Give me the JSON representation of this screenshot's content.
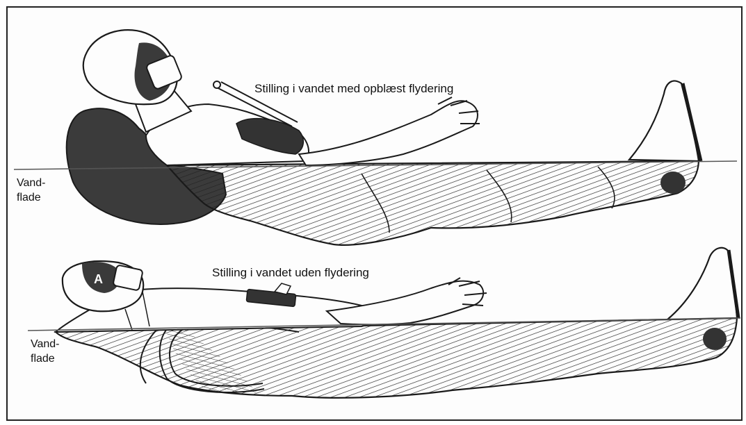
{
  "figure": {
    "top_panel": {
      "caption": "Stilling i vandet med opblæst flydering",
      "water_label": "Vand-\nflade"
    },
    "bottom_panel": {
      "caption": "Stilling i vandet uden flydering",
      "water_label": "Vand-\nflade"
    },
    "colors": {
      "ink": "#1a1a1a",
      "shade": "#3b3b3b",
      "paper": "#fdfdfd"
    }
  }
}
